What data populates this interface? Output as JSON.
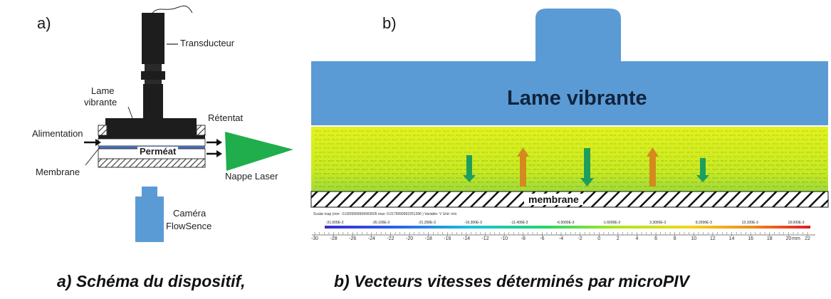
{
  "panel_a": {
    "letter": "a)",
    "labels": {
      "transducteur": "Transducteur",
      "lame": "Lame",
      "vibrante": "vibrante",
      "retentat": "Rétentat",
      "alimentation": "Alimentation",
      "permeat": "Perméat",
      "membrane": "Membrane",
      "nappe_laser": "Nappe Laser",
      "camera_1": "Caméra",
      "camera_2": "FlowSence"
    },
    "colors": {
      "transducer": "#1d1d1d",
      "laser": "#1fae4b",
      "camera": "#5b9bd5"
    }
  },
  "panel_b": {
    "letter": "b)",
    "lame_label": "Lame vibrante",
    "membrane_label": "membrane",
    "scalar_info": "Scalar map (min: -0.0309999994903505 max: 0.0179999992251396 ) Variable: V Unit: m/s",
    "colorbar_ticks": [
      "-31.000E-3",
      "-26.100E-3",
      "-21.200E-3",
      "-16.300E-3",
      "-11.400E-3",
      "-6.5000E-3",
      "-1.6000E-3",
      "3.3000E-3",
      "8.2000E-3",
      "13.100E-3",
      "18.000E-3"
    ],
    "ruler_ticks": [
      "-30",
      "-28",
      "-26",
      "-24",
      "-22",
      "-20",
      "-18",
      "-16",
      "-14",
      "-12",
      "-10",
      "-8",
      "-6",
      "-4",
      "-2",
      "0",
      "2",
      "4",
      "6",
      "8",
      "10",
      "12",
      "14",
      "16",
      "18",
      "20",
      "22"
    ],
    "ruler_unit": "mm",
    "colors": {
      "lame": "#5b9bd5",
      "field": "#d7f01e",
      "arrow_down": "#1e9e5e",
      "arrow_up": "#d48a1e"
    }
  },
  "captions": {
    "a": "a) Schéma du dispositif,",
    "b": "b) Vecteurs vitesses déterminés par microPIV"
  }
}
